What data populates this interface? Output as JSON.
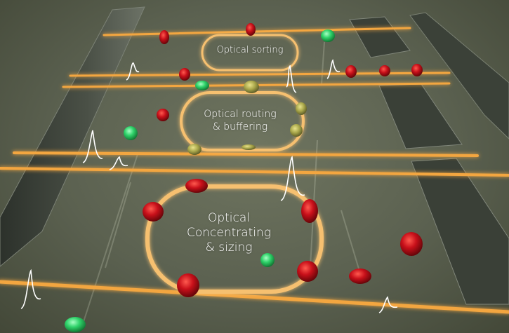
{
  "rings": {
    "sorting_label": "Optical sorting",
    "routing_label_line1": "Optical routing",
    "routing_label_line2": "& buffering",
    "concentrating_label_line1": "Optical",
    "concentrating_label_line2": "Concentrating",
    "concentrating_label_line3": "& sizing"
  },
  "colors": {
    "waveguide": "#f3a640",
    "ring": "#f6c070",
    "red_particle": "#c8101a",
    "green_particle": "#2fd36a",
    "background": "#5f6553",
    "wall": "#3c423a"
  }
}
